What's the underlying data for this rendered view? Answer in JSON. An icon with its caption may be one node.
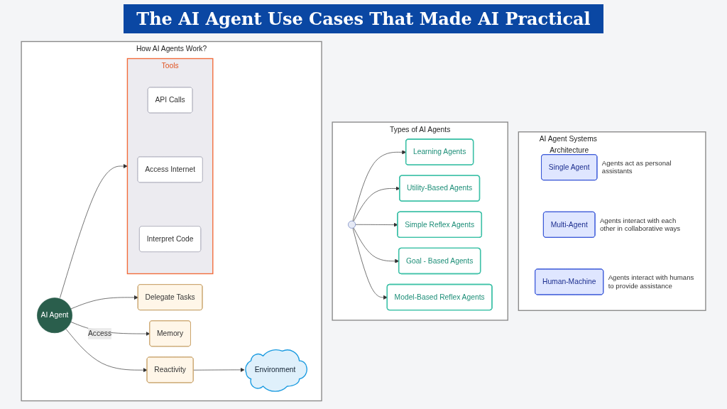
{
  "diagram": {
    "title": "The AI Agent Use Cases That Made AI Practical",
    "nodes": [
      {
        "text": [
          "How AI Agents Work?"
        ]
      },
      {
        "text": [
          "Delegate Tasks"
        ],
        "in": 0
      },
      {
        "text": [
          "AI Agent"
        ],
        "in": 0
      },
      {
        "text": [
          "Tools"
        ],
        "in": 0
      },
      {
        "text": [
          "API Calls"
        ],
        "in": 3
      },
      {
        "text": [
          "Access Internet"
        ],
        "in": 3
      },
      {
        "text": [
          "Interpret Code"
        ],
        "in": 3
      },
      {
        "text": [
          "Memory"
        ],
        "in": 0
      },
      {
        "text": [
          "Reactivity"
        ],
        "in": 0
      },
      {
        "text": [
          "Environment"
        ],
        "in": 0
      },
      {
        "text": [
          "Types of AI Agents"
        ]
      },
      {
        "text": [
          "Learning Agents"
        ],
        "in": 10
      },
      {
        "text": [
          "Utility-Based Agents"
        ],
        "in": 10
      },
      {
        "text": [
          "Simple Reflex Agents"
        ],
        "in": 10
      },
      {
        "text": [],
        "shape": "circle",
        "in": 10
      },
      {
        "text": [
          "Goal - Based Agents"
        ],
        "in": 10
      },
      {
        "text": [
          "Model-Based Reflex Agents"
        ],
        "in": 10
      },
      {
        "text": [
          "AI Agent Systems Architecture"
        ]
      },
      {
        "text": [
          "Single Agent"
        ],
        "beside": [
          "Agents act as personal assistants"
        ],
        "in": 17
      },
      {
        "text": [
          "Multi-Agent"
        ],
        "beside": [
          "Agents interact with each other in collaborative ways"
        ],
        "in": 17
      },
      {
        "text": [
          "Human-Machine"
        ],
        "beside": [
          "Agents interact with humans to provide assistance"
        ],
        "in": 17
      }
    ],
    "edges": [
      {
        "from": 2,
        "to": 1,
        "arrow": "to"
      },
      {
        "from": 2,
        "to": 3,
        "arrow": "to"
      },
      {
        "from": 2,
        "to": 7,
        "label": "Access",
        "arrow": "to"
      },
      {
        "from": 2,
        "to": 8,
        "arrow": "to"
      },
      {
        "from": 8,
        "to": 9,
        "arrow": "to"
      },
      {
        "from": 14,
        "to": 11,
        "arrow": "to"
      },
      {
        "from": 14,
        "to": 12,
        "arrow": "to"
      },
      {
        "from": 14,
        "to": 13,
        "arrow": "to"
      },
      {
        "from": 14,
        "to": 15,
        "arrow": "to"
      },
      {
        "from": 14,
        "to": 16,
        "arrow": "to"
      }
    ]
  }
}
